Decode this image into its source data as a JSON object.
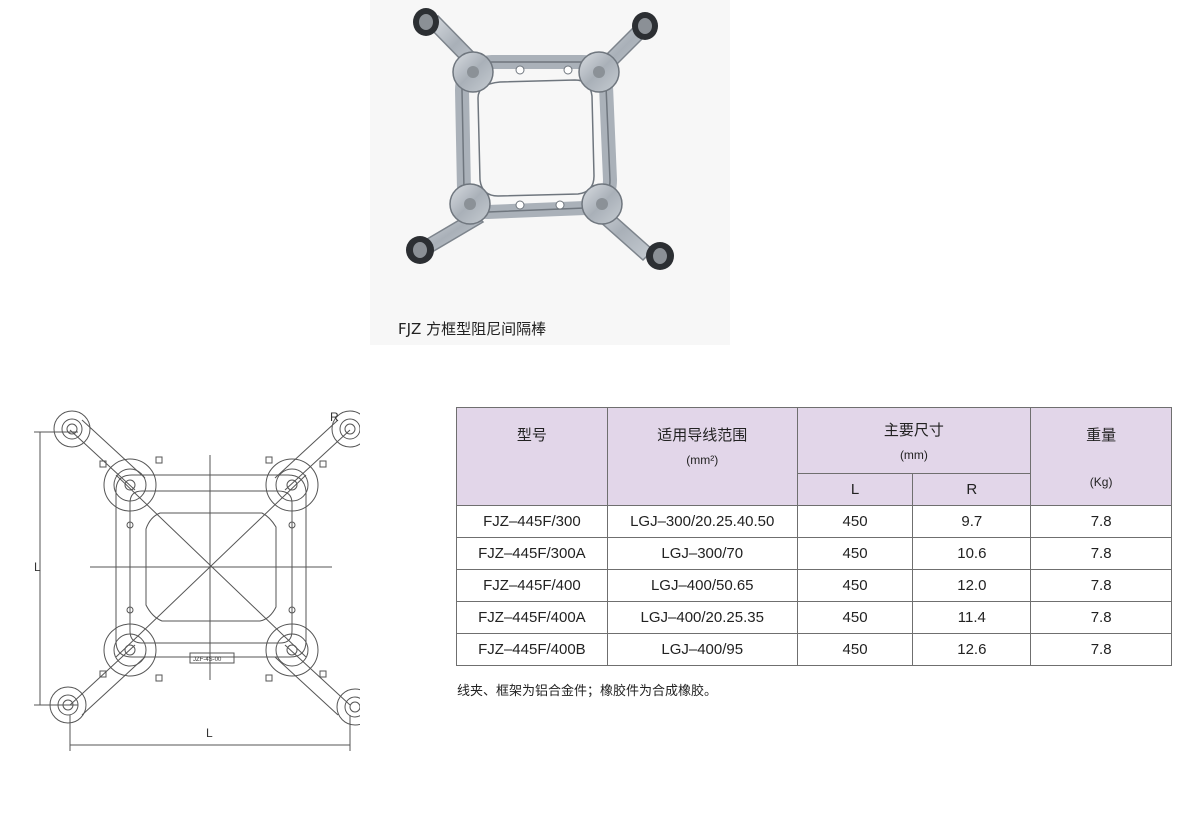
{
  "product": {
    "caption": "FJZ 方框型阻尼间隔棒"
  },
  "drawing": {
    "dim_L_vertical": "L",
    "dim_L_horizontal": "L",
    "dim_R": "R",
    "plate_text": "JZF-4S-00"
  },
  "table": {
    "headers": {
      "model": "型号",
      "range": "适用导线范围",
      "range_unit": "(mm²)",
      "size": "主要尺寸",
      "size_unit": "(mm)",
      "L": "L",
      "R": "R",
      "weight": "重量",
      "weight_unit": "(Kg)"
    },
    "rows": [
      {
        "model": "FJZ–445F/300",
        "range": "LGJ–300/20.25.40.50",
        "L": "450",
        "R": "9.7",
        "weight": "7.8"
      },
      {
        "model": "FJZ–445F/300A",
        "range": "LGJ–300/70",
        "L": "450",
        "R": "10.6",
        "weight": "7.8"
      },
      {
        "model": "FJZ–445F/400",
        "range": "LGJ–400/50.65",
        "L": "450",
        "R": "12.0",
        "weight": "7.8"
      },
      {
        "model": "FJZ–445F/400A",
        "range": "LGJ–400/20.25.35",
        "L": "450",
        "R": "11.4",
        "weight": "7.8"
      },
      {
        "model": "FJZ–445F/400B",
        "range": "LGJ–400/95",
        "L": "450",
        "R": "12.6",
        "weight": "7.8"
      }
    ]
  },
  "footnote": "线夹、框架为铝合金件；橡胶件为合成橡胶。"
}
